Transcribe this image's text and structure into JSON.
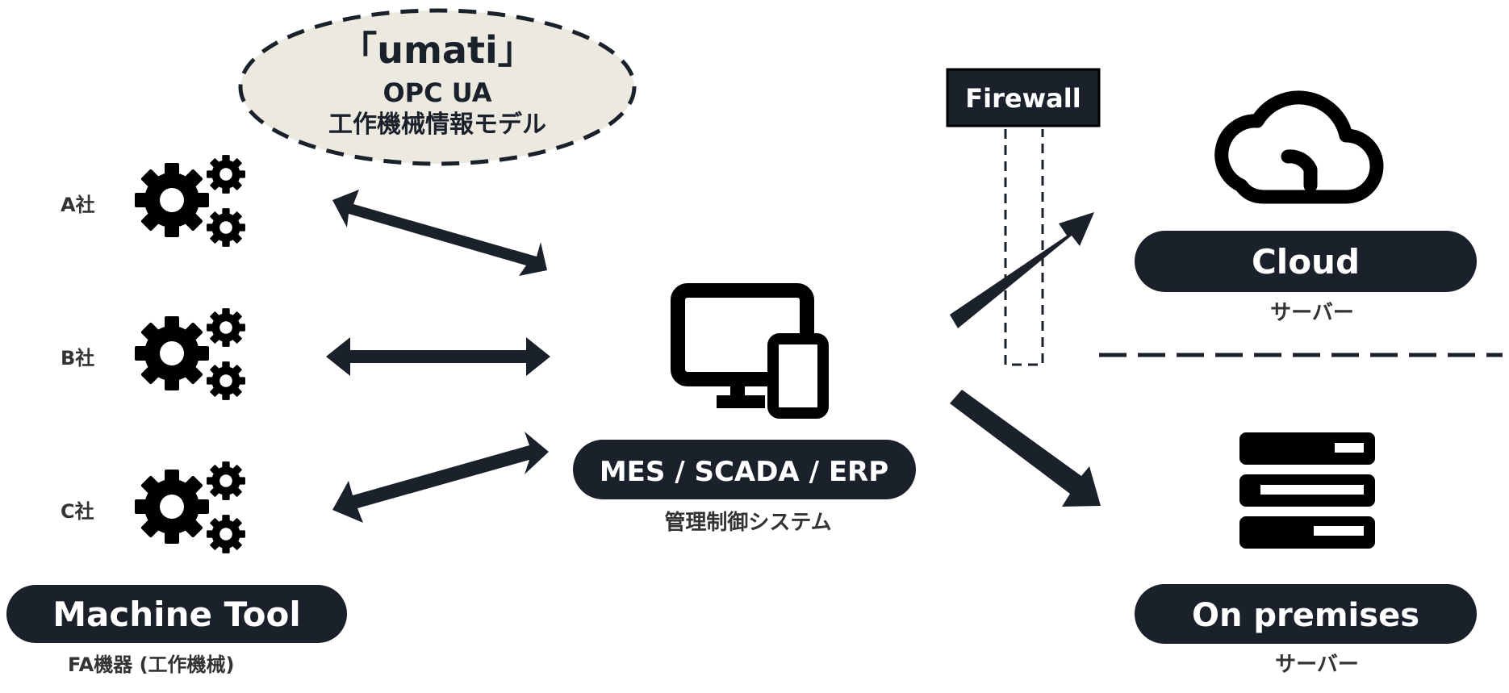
{
  "umati": {
    "title": "「umati」",
    "line2": "OPC UA",
    "line3": "工作機械情報モデル"
  },
  "companies": [
    {
      "label": "A社"
    },
    {
      "label": "B社"
    },
    {
      "label": "C社"
    }
  ],
  "machine_tool": {
    "label": "Machine Tool",
    "sublabel": "FA機器 (工作機械)"
  },
  "mes": {
    "label": "MES / SCADA / ERP",
    "sublabel": "管理制御システム"
  },
  "firewall": {
    "label": "Firewall"
  },
  "cloud": {
    "label": "Cloud",
    "sublabel": "サーバー"
  },
  "on_premises": {
    "label": "On premises",
    "sublabel": "サーバー"
  },
  "colors": {
    "dark": "#1b212b",
    "ellipse_fill": "#ebe9e0",
    "label_gray": "#333333"
  },
  "icons": [
    "gears-icon",
    "monitor-tablet-icon",
    "cloud-icon",
    "server-rack-icon"
  ]
}
